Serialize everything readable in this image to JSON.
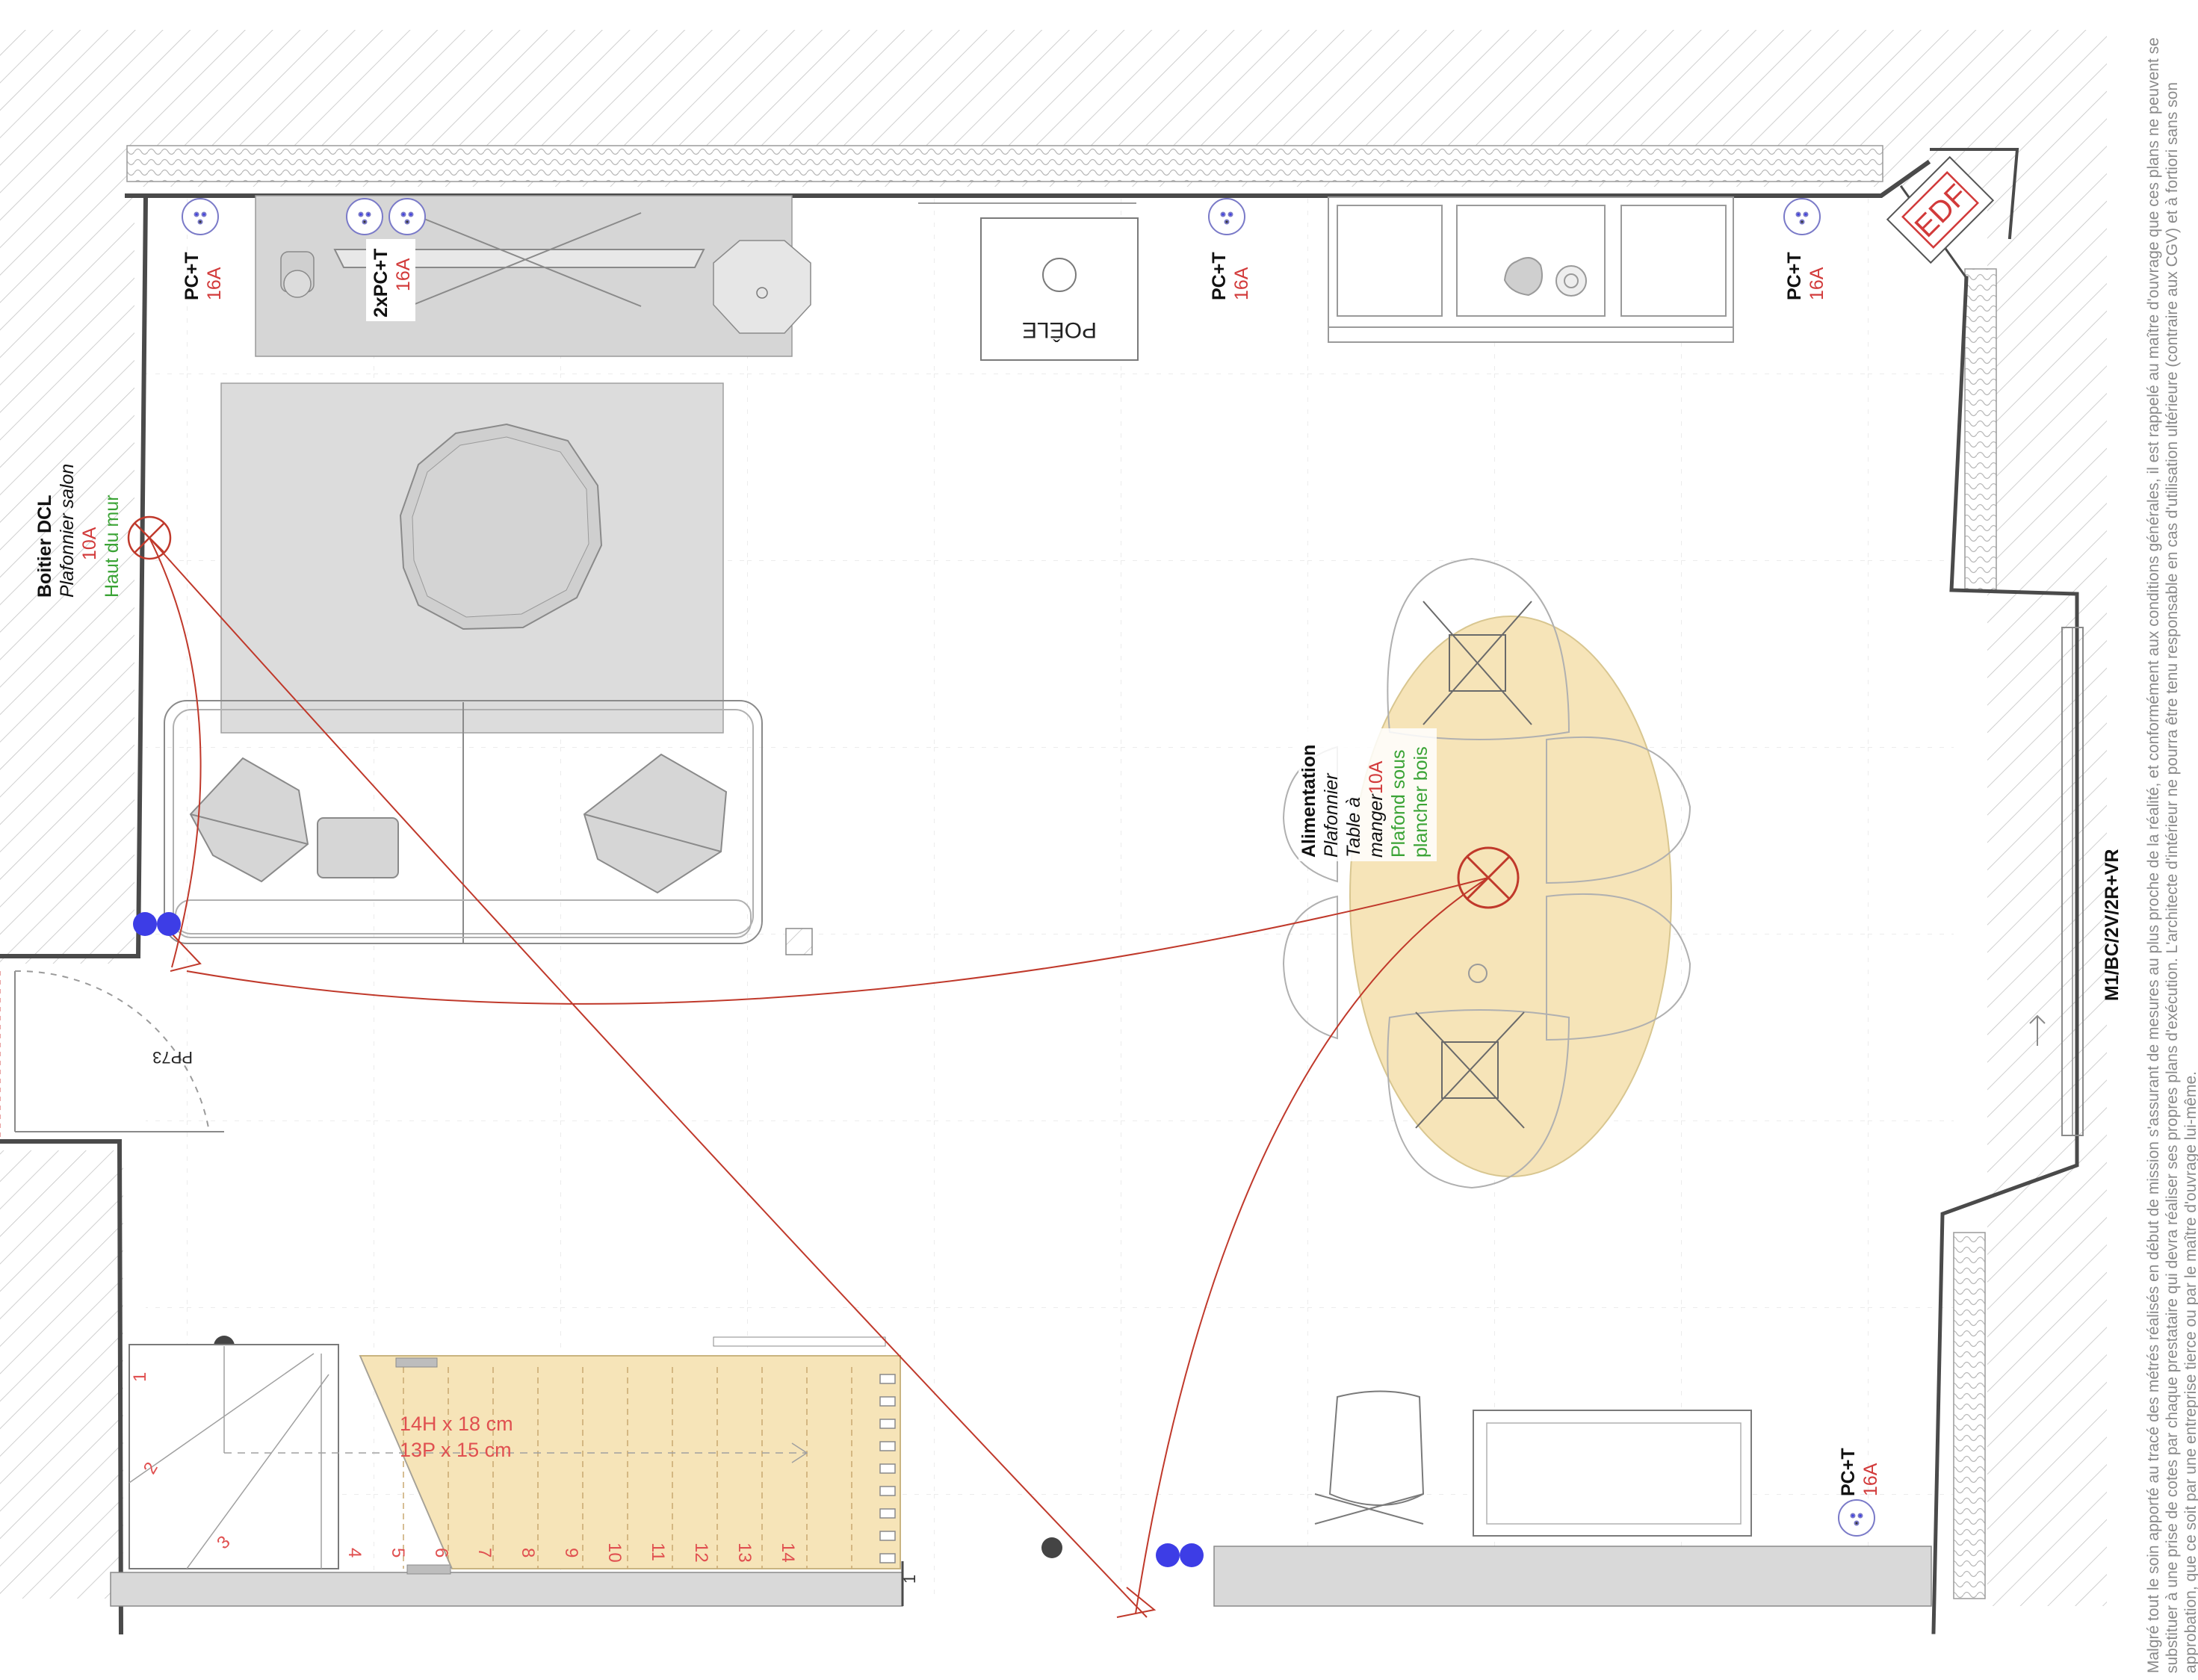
{
  "outlets": [
    {
      "type": "PC+T",
      "rating": "16A"
    },
    {
      "type": "2xPC+T",
      "rating": "16A"
    },
    {
      "type": "PC+T",
      "rating": "16A"
    },
    {
      "type": "PC+T",
      "rating": "16A"
    },
    {
      "type": "PC+T",
      "rating": "16A"
    }
  ],
  "boitier_dcl": {
    "title": "Boitier DCL",
    "subtitle": "Plafonnier salon",
    "rating": "10A",
    "note": "Haut du mur"
  },
  "alimentation": {
    "title": "Alimentation",
    "line1": "Plafonnier",
    "line2": "Table à",
    "line3": "manger",
    "rating": "10A",
    "note1": "Plafond sous",
    "note2": "plancher bois"
  },
  "poele_label": "POÊLE",
  "edf_label": "EDF",
  "door_label": "PP73",
  "window_label": "M1/BC/2V/2R+VR",
  "stair": {
    "spec1": "14H x 18 cm",
    "spec2": "13P x 15 cm",
    "steps": [
      "1",
      "2",
      "3",
      "4",
      "5",
      "6",
      "7",
      "8",
      "9",
      "10",
      "11",
      "12",
      "13",
      "14"
    ]
  },
  "misc_mark": "1",
  "disclaimer": "Malgré tout le soin apporté au tracé des métrés réalisés en début de mission s'assurant de mesures au plus proche de la réalité, et conformément aux conditions générales, il est rappelé au maître d'ouvrage que ces plans ne peuvent se substituer à une prise de cotes par chaque prestataire qui devra réaliser ses propres plans d'exécution. L'architecte d'intérieur ne pourra être tenu responsable en cas d'utilisation ultérieure (contraire aux CGV) et à fortiori sans son approbation, que ce soit par une entreprise tierce ou par le maître d'ouvrage lui-même.",
  "colors": {
    "wall": "#4a4a4a",
    "hatch": "#bcbcbc",
    "electric": "#d23a3a",
    "green": "#3aa335",
    "wood": "#f6e4b8",
    "blue": "#3d3de6",
    "furniture": "#dcdcdc"
  }
}
